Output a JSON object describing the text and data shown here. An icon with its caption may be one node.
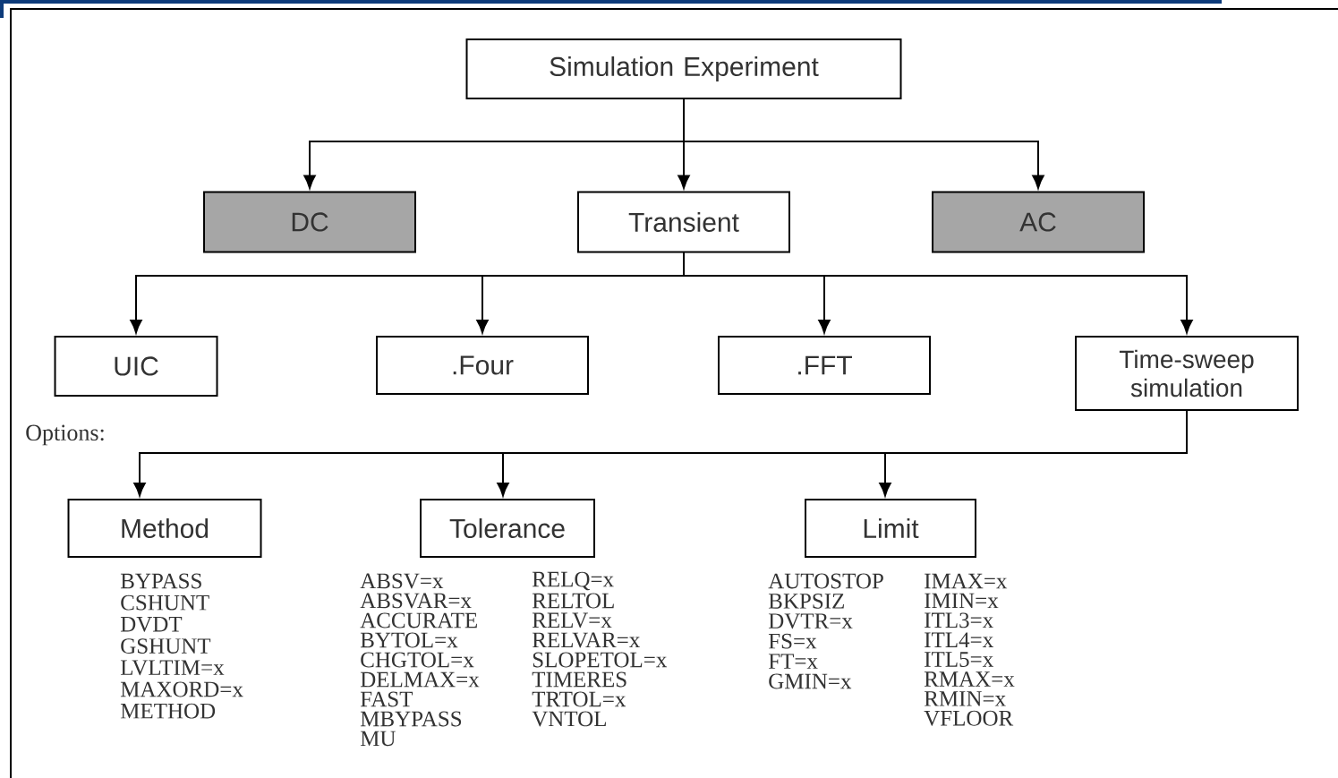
{
  "diagram": {
    "nodes": [
      {
        "text": [
          "Simulation Experiment"
        ]
      },
      {
        "text": [
          "DC"
        ]
      },
      {
        "text": [
          "Transient"
        ]
      },
      {
        "text": [
          "AC"
        ]
      },
      {
        "text": [
          "UIC"
        ]
      },
      {
        "text": [
          ".Four"
        ]
      },
      {
        "text": [
          ".FFT"
        ]
      },
      {
        "text": [
          "Time-sweep simulation"
        ]
      },
      {
        "text": [
          "Method"
        ],
        "beside": [
          "BYPASS",
          "CSHUNT",
          "DVDT",
          "GSHUNT",
          "LVLTIM=x",
          "MAXORD=x",
          "METHOD"
        ]
      },
      {
        "text": [
          "Tolerance"
        ],
        "beside": [
          "ABSV=x",
          "ABSVAR=x",
          "ACCURATE",
          "BYTOL=x",
          "CHGTOL=x",
          "DELMAX=x",
          "FAST",
          "MBYPASS",
          "MU",
          "RELQ=x",
          "RELTOL",
          "RELV=x",
          "RELVAR=x",
          "SLOPETOL=x",
          "TIMERES",
          "TRTOL=x",
          "VNTOL"
        ]
      },
      {
        "text": [
          "Limit"
        ],
        "beside": [
          "AUTOSTOP",
          "BKPSIZ",
          "DVTR=x",
          "FS=x",
          "FT=x",
          "GMIN=x",
          "IMAX=x",
          "IMIN=x",
          "ITL3=x",
          "ITL4=x",
          "ITL5=x",
          "RMAX=x",
          "RMIN=x",
          "VFLOOR"
        ]
      }
    ],
    "edges": [
      {
        "from": 0,
        "to": 1,
        "arrow": "to"
      },
      {
        "from": 0,
        "to": 2,
        "arrow": "to"
      },
      {
        "from": 0,
        "to": 3,
        "arrow": "to"
      },
      {
        "from": 2,
        "to": 4,
        "arrow": "to"
      },
      {
        "from": 2,
        "to": 5,
        "arrow": "to"
      },
      {
        "from": 2,
        "to": 6,
        "arrow": "to"
      },
      {
        "from": 2,
        "to": 7,
        "arrow": "to"
      },
      {
        "from": 7,
        "to": 8,
        "arrow": "to"
      },
      {
        "from": 7,
        "to": 9,
        "arrow": "to"
      },
      {
        "from": 7,
        "to": 10,
        "arrow": "to"
      }
    ],
    "labels": [
      "Options:"
    ]
  }
}
